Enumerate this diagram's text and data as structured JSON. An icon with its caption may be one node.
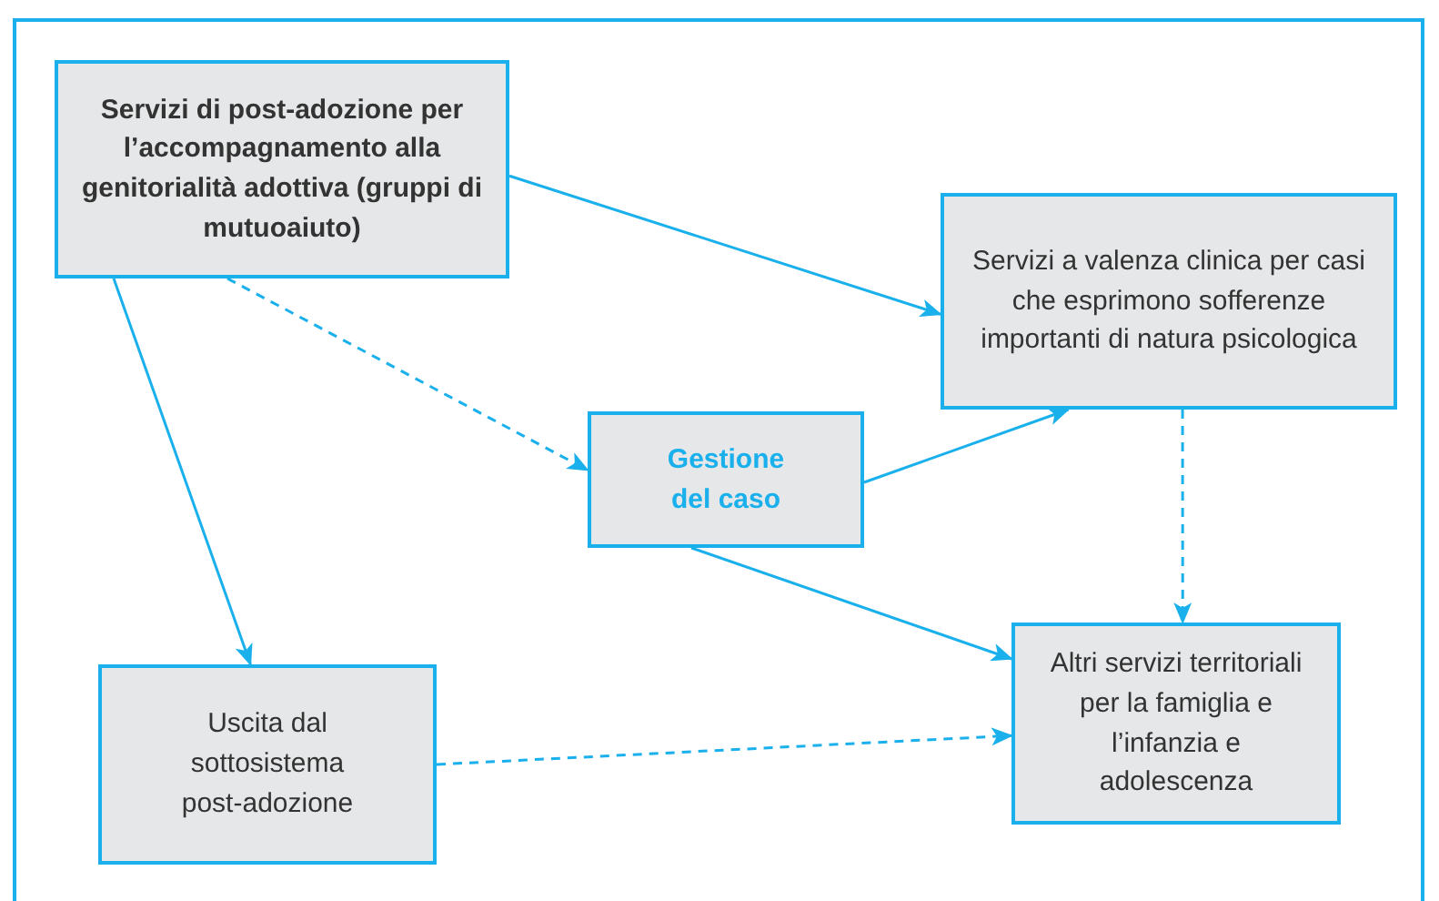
{
  "diagram": {
    "nodes": [
      {
        "text": [
          "Servizi di post-adozione per l’accompagnamento alla genitorialità adottiva (gruppi di mutuoaiuto)"
        ]
      },
      {
        "text": [
          "Servizi a valenza clinica per casi che esprimono sofferenze importanti di natura psicologica"
        ]
      },
      {
        "text": [
          "Gestione del caso"
        ]
      },
      {
        "text": [
          "Uscita dal sottosistema post-adozione"
        ]
      },
      {
        "text": [
          "Altri servizi territoriali per la famiglia e l’infanzia e adolescenza"
        ]
      }
    ],
    "edges": [
      {
        "from": 0,
        "to": 1,
        "arrow": "to"
      },
      {
        "from": 0,
        "to": 2,
        "arrow": "to",
        "style": "dashed"
      },
      {
        "from": 0,
        "to": 3,
        "arrow": "to"
      },
      {
        "from": 2,
        "to": 1,
        "arrow": "to"
      },
      {
        "from": 1,
        "to": 4,
        "arrow": "to",
        "style": "dashed"
      },
      {
        "from": 2,
        "to": 4,
        "arrow": "to"
      },
      {
        "from": 3,
        "to": 4,
        "arrow": "to",
        "style": "dashed"
      }
    ]
  }
}
